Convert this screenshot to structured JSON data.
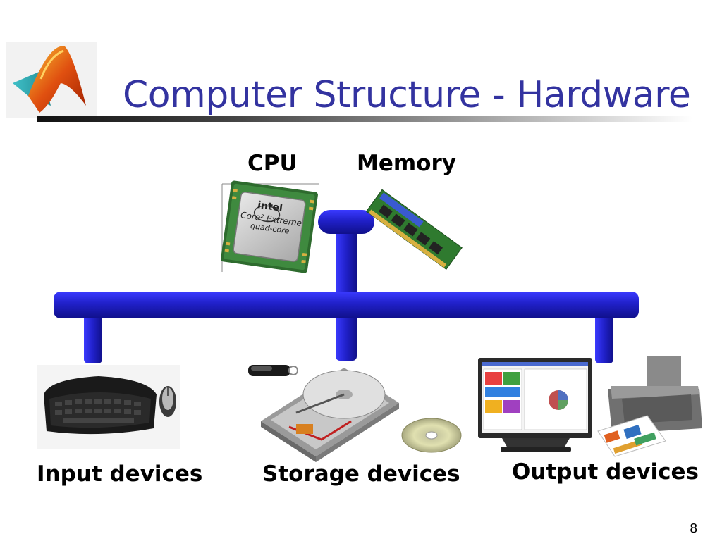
{
  "slide": {
    "title": "Computer Structure - Hardware",
    "page_number": "8"
  },
  "labels": {
    "cpu": "CPU",
    "memory": "Memory",
    "input_devices": "Input devices",
    "storage_devices": "Storage devices",
    "output_devices": "Output devices"
  },
  "cpu_chip": {
    "brand": "intel",
    "line1": "Core² Extreme",
    "line2": "quad-core"
  },
  "icons": {
    "logo": "matlab-logo-icon",
    "cpu": "cpu-chip-icon",
    "memory": "ram-module-icon",
    "keyboard": "keyboard-icon",
    "mouse": "mouse-icon",
    "usb": "usb-drive-icon",
    "hdd": "hard-drive-icon",
    "disc": "cd-disc-icon",
    "monitor": "monitor-icon",
    "printer": "printer-icon"
  },
  "colors": {
    "title": "#3333a0",
    "bus": "#2020c8"
  }
}
